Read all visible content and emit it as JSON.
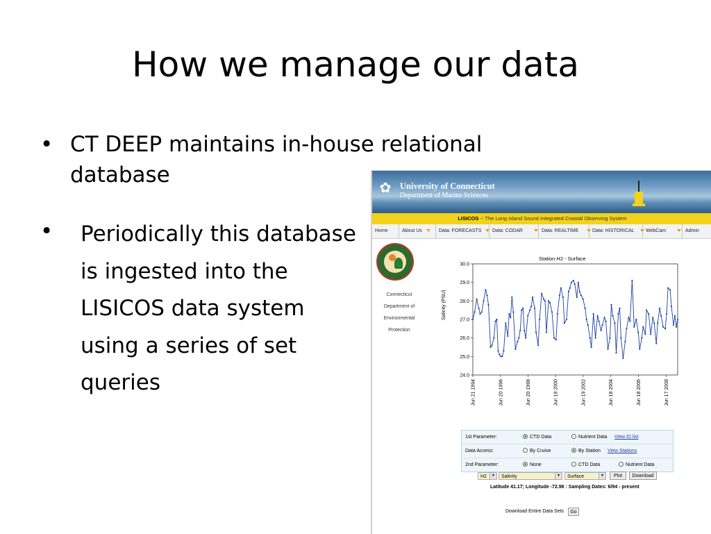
{
  "slide": {
    "title": "How we manage our data",
    "bullets": [
      {
        "dot": "•",
        "text": "CT DEEP maintains in-house relational database"
      },
      {
        "dot": "•",
        "text": "Periodically this database is ingested into the LISICOS data system using a series of set queries"
      }
    ]
  },
  "website": {
    "banner": {
      "line1": "University of Connecticut",
      "line2": "Department of Marine Sciences"
    },
    "strip": {
      "brand": "LISICOS",
      "text": " -- The Long Island Sound Integrated Coastal Observing System"
    },
    "nav": [
      "Home",
      "About Us",
      "Data: FORECASTS",
      "Data: CODAR",
      "Data: REALTIME",
      "Data: HISTORICAL",
      "WebCam",
      "Admin"
    ],
    "sidebar_caption": [
      "Connecticut",
      "Department of",
      "Environmental",
      "Protection"
    ],
    "form": {
      "rows": [
        {
          "label": "1st Parameter:",
          "options": [
            {
              "text": "CTD Data",
              "on": true
            },
            {
              "text": "Nutrient Data",
              "on": false
            }
          ],
          "link": "View ID list"
        },
        {
          "label": "Data Access:",
          "options": [
            {
              "text": "By Cruise",
              "on": false
            },
            {
              "text": "By Station",
              "on": true
            }
          ],
          "link": "View Stations"
        },
        {
          "label": "2nd Parameter:",
          "options": [
            {
              "text": "None",
              "on": true
            },
            {
              "text": "CTD Data",
              "on": false
            },
            {
              "text": "Nutrient Data",
              "on": false
            }
          ],
          "link": ""
        }
      ],
      "station": "H2",
      "parameter": "Salinity",
      "depth": "Surface",
      "plot_label": "Plot",
      "download_label": "Download",
      "location": "Latitude 41.17; Longitude -72.96 :  Sampling Dates: 6/94 - present",
      "download_all_label": "Download Entire Data Sets",
      "go_label": "Go"
    }
  },
  "chart_data": {
    "type": "line",
    "title": "Station H2 - Surface",
    "ylabel": "Salinity (PSU)",
    "xlabel": "",
    "ylim": [
      24.0,
      30.0
    ],
    "yticks": [
      "30.0",
      "29.0",
      "28.0",
      "27.0",
      "26.0",
      "25.0",
      "24.0"
    ],
    "xticks": [
      "Jun 21 1994",
      "Jun 20 1996",
      "Jun 20 1998",
      "Jun 19 2000",
      "Jun 19 2002",
      "Jun 18 2004",
      "Jun 18 2006",
      "Jun 17 2008"
    ],
    "x_start_year": 1994.47,
    "x_end_year": 2009.3,
    "series": [
      {
        "x": [
          1994.47,
          1994.6,
          1994.75,
          1994.9,
          1995.0,
          1995.12,
          1995.25,
          1995.4,
          1995.5,
          1995.6,
          1995.75,
          1995.85,
          1996.0,
          1996.1,
          1996.2,
          1996.3,
          1996.4,
          1996.5,
          1996.6,
          1996.7,
          1996.85,
          1997.0,
          1997.1,
          1997.2,
          1997.3,
          1997.4,
          1997.55,
          1997.7,
          1997.8,
          1997.9,
          1998.0,
          1998.1,
          1998.2,
          1998.3,
          1998.45,
          1998.6,
          1998.7,
          1998.8,
          1998.95,
          1999.05,
          1999.2,
          1999.3,
          1999.45,
          1999.6,
          1999.7,
          1999.8,
          1999.95,
          2000.05,
          2000.2,
          2000.35,
          2000.5,
          2000.6,
          2000.75,
          2000.85,
          2001.0,
          2001.1,
          2001.25,
          2001.4,
          2001.5,
          2001.6,
          2001.75,
          2001.85,
          2002.0,
          2002.1,
          2002.2,
          2002.3,
          2002.45,
          2002.6,
          2002.7,
          2002.8,
          2002.95,
          2003.05,
          2003.2,
          2003.35,
          2003.5,
          2003.6,
          2003.75,
          2003.85,
          2004.0,
          2004.1,
          2004.25,
          2004.4,
          2004.5,
          2004.6,
          2004.75,
          2004.85,
          2005.0,
          2005.1,
          2005.2,
          2005.35,
          2005.5,
          2005.6,
          2005.75,
          2005.85,
          2006.0,
          2006.15,
          2006.3,
          2006.45,
          2006.55,
          2006.7,
          2006.8,
          2006.95,
          2007.05,
          2007.2,
          2007.35,
          2007.5,
          2007.6,
          2007.75,
          2007.85,
          2008.0,
          2008.1,
          2008.25,
          2008.4,
          2008.5,
          2008.6,
          2008.75,
          2008.85,
          2009.0,
          2009.1,
          2009.2,
          2009.3
        ],
        "y": [
          27.0,
          27.4,
          28.1,
          27.6,
          27.3,
          27.4,
          28.0,
          28.6,
          28.3,
          27.8,
          25.5,
          25.6,
          26.0,
          26.9,
          27.0,
          25.3,
          25.1,
          25.0,
          25.0,
          25.3,
          26.8,
          26.1,
          27.3,
          27.1,
          28.2,
          27.4,
          25.4,
          25.8,
          26.0,
          26.4,
          27.5,
          27.6,
          26.4,
          26.0,
          27.2,
          27.5,
          27.7,
          28.2,
          27.6,
          26.3,
          25.6,
          27.0,
          28.4,
          28.1,
          28.0,
          26.3,
          28.0,
          27.9,
          27.4,
          26.0,
          25.9,
          27.3,
          28.3,
          28.7,
          28.2,
          26.8,
          27.0,
          28.5,
          28.7,
          29.0,
          29.1,
          28.9,
          28.2,
          29.0,
          28.5,
          28.3,
          28.1,
          27.6,
          27.0,
          26.7,
          26.0,
          25.5,
          27.3,
          26.0,
          27.2,
          26.9,
          26.4,
          26.7,
          27.1,
          26.9,
          25.4,
          26.0,
          27.8,
          27.2,
          26.8,
          25.2,
          27.3,
          27.6,
          26.0,
          24.9,
          25.8,
          26.5,
          27.1,
          26.9,
          29.1,
          26.6,
          27.0,
          26.3,
          25.4,
          26.0,
          26.6,
          26.2,
          27.5,
          27.3,
          26.2,
          27.1,
          26.8,
          25.7,
          26.8,
          27.6,
          27.2,
          26.6,
          26.5,
          27.3,
          28.7,
          28.6,
          27.7,
          26.7,
          27.2,
          26.6,
          27.0
        ]
      }
    ],
    "grid": false,
    "legend": "none"
  }
}
